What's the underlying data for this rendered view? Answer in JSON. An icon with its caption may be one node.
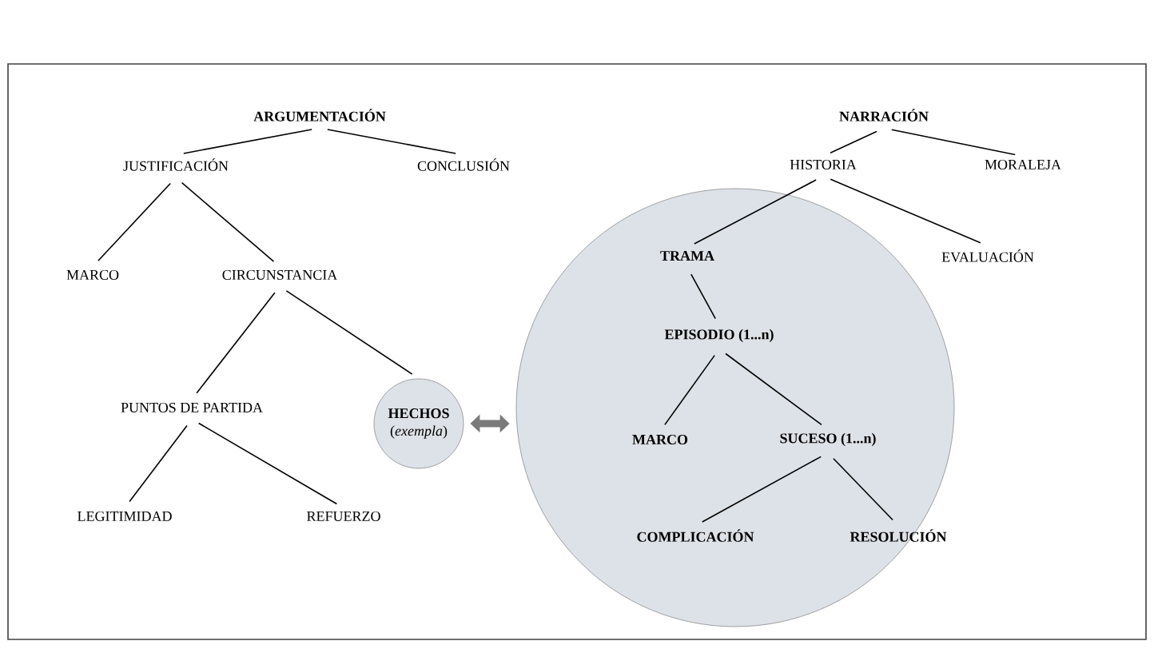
{
  "diagram": {
    "nodes": [
      {
        "text": [
          "ARGUMENTACIÓN"
        ]
      },
      {
        "text": [
          "JUSTIFICACIÓN"
        ]
      },
      {
        "text": [
          "CONCLUSIÓN"
        ]
      },
      {
        "text": [
          "MARCO"
        ]
      },
      {
        "text": [
          "CIRCUNSTANCIA"
        ]
      },
      {
        "text": [
          "PUNTOS DE PARTIDA"
        ]
      },
      {
        "text": [
          "HECHOS",
          "(*exempla*)"
        ]
      },
      {
        "text": [
          "LEGITIMIDAD"
        ]
      },
      {
        "text": [
          "REFUERZO"
        ]
      },
      {
        "text": [
          "NARRACIÓN"
        ]
      },
      {
        "text": [
          "HISTORIA"
        ]
      },
      {
        "text": [
          "MORALEJA"
        ]
      },
      {
        "text": [],
        "shape": "circle"
      },
      {
        "text": [
          "TRAMA"
        ],
        "in": 12
      },
      {
        "text": [
          "EVALUACIÓN"
        ]
      },
      {
        "text": [
          "EPISODIO (1...n)"
        ],
        "in": 12
      },
      {
        "text": [
          "MARCO"
        ],
        "in": 12
      },
      {
        "text": [
          "SUCESO (1...n)"
        ],
        "in": 12
      },
      {
        "text": [
          "COMPLICACIÓN"
        ],
        "in": 12
      },
      {
        "text": [
          "RESOLUCIÓN"
        ],
        "in": 12
      }
    ],
    "edges": [
      {
        "from": 0,
        "to": 1,
        "arrow": "none"
      },
      {
        "from": 0,
        "to": 2,
        "arrow": "none"
      },
      {
        "from": 1,
        "to": 3,
        "arrow": "none"
      },
      {
        "from": 1,
        "to": 4,
        "arrow": "none"
      },
      {
        "from": 4,
        "to": 5,
        "arrow": "none"
      },
      {
        "from": 4,
        "to": 6,
        "arrow": "none"
      },
      {
        "from": 5,
        "to": 7,
        "arrow": "none"
      },
      {
        "from": 5,
        "to": 8,
        "arrow": "none"
      },
      {
        "from": 9,
        "to": 10,
        "arrow": "none"
      },
      {
        "from": 9,
        "to": 11,
        "arrow": "none"
      },
      {
        "from": 10,
        "to": 13,
        "arrow": "none"
      },
      {
        "from": 10,
        "to": 14,
        "arrow": "none"
      },
      {
        "from": 13,
        "to": 15,
        "arrow": "none"
      },
      {
        "from": 15,
        "to": 16,
        "arrow": "none"
      },
      {
        "from": 15,
        "to": 17,
        "arrow": "none"
      },
      {
        "from": 17,
        "to": 18,
        "arrow": "none"
      },
      {
        "from": 17,
        "to": 19,
        "arrow": "none"
      },
      {
        "from": 6,
        "to": 12,
        "arrow": "both",
        "style": "thick",
        "color": "#7a7a7a"
      }
    ]
  }
}
